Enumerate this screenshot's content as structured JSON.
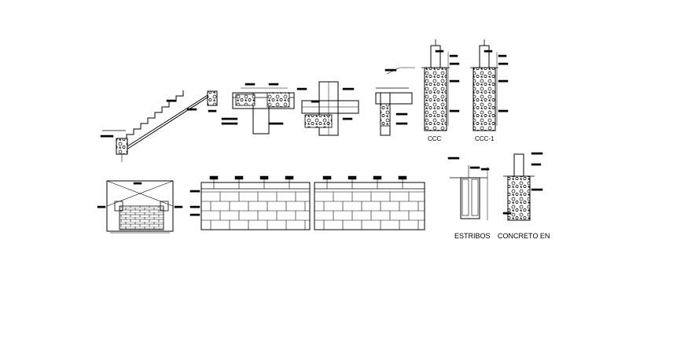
{
  "labels": {
    "ccc": "CCC",
    "ccc1": "CCC-1",
    "estribos": "ESTRIBOS",
    "concreto": "CONCRETO EN"
  },
  "colors": {
    "line": "#000000",
    "background": "#ffffff"
  }
}
